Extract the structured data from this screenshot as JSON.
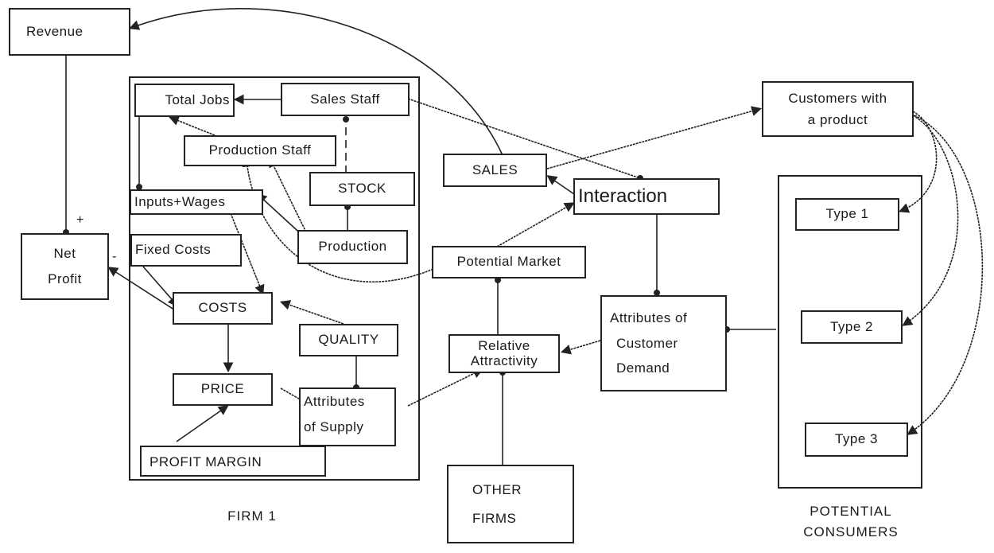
{
  "nodes": {
    "revenue": "Revenue",
    "net_profit_line1": "Net",
    "net_profit_line2": "Profit",
    "total_jobs": "Total Jobs",
    "sales_staff": "Sales Staff",
    "production_staff": "Production Staff",
    "stock": "STOCK",
    "inputs_wages": "Inputs+Wages",
    "production": "Production",
    "fixed_costs": "Fixed Costs",
    "costs": "COSTS",
    "quality": "QUALITY",
    "price": "PRICE",
    "attributes_supply_line1": "Attributes",
    "attributes_supply_line2": "of Supply",
    "profit_margin": "PROFIT MARGIN",
    "sales": "SALES",
    "interaction": "Interaction",
    "potential_market": "Potential Market",
    "relative_attractivity_line1": "Relative",
    "relative_attractivity_line2": "Attractivity",
    "attributes_demand_line1": "Attributes of",
    "attributes_demand_line2": "Customer",
    "attributes_demand_line3": "Demand",
    "other_firms_line1": "OTHER",
    "other_firms_line2": "FIRMS",
    "customers_line1": "Customers with",
    "customers_line2": "a product",
    "type1": "Type 1",
    "type2": "Type 2",
    "type3": "Type 3"
  },
  "groups": {
    "firm1": "FIRM 1",
    "potential_consumers_line1": "POTENTIAL",
    "potential_consumers_line2": "CONSUMERS"
  },
  "signs": {
    "revenue_to_profit": "+",
    "costs_to_profit": "-"
  }
}
